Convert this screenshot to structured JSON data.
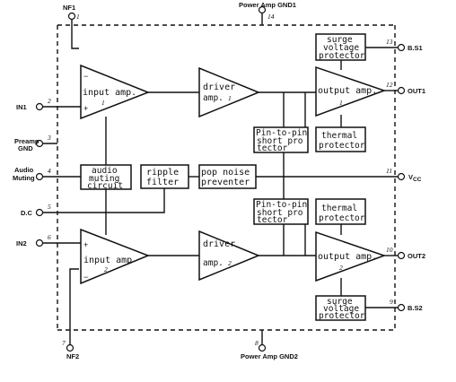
{
  "pins": {
    "nf1": {
      "name": "NF1",
      "num": "1"
    },
    "in1": {
      "name": "IN1",
      "num": "2"
    },
    "preamp_gnd": {
      "name_line1": "Preamp",
      "name_line2": "GND",
      "num": "3"
    },
    "audio_muting": {
      "name_line1": "Audio",
      "name_line2": "Muting",
      "num": "4"
    },
    "dc": {
      "name": "D.C",
      "num": "5"
    },
    "in2": {
      "name": "IN2",
      "num": "6"
    },
    "nf2": {
      "name": "NF2",
      "num": "7"
    },
    "power_amp_gnd2": {
      "name": "Power Amp GND2",
      "num": "8"
    },
    "bs2": {
      "name": "B.S2",
      "num": "9"
    },
    "out2": {
      "name": "OUT2",
      "num": "10"
    },
    "vcc": {
      "name": "V",
      "sub": "CC",
      "num": "11"
    },
    "out1": {
      "name": "OUT1",
      "num": "12"
    },
    "bs1": {
      "name": "B.S1",
      "num": "13"
    },
    "power_amp_gnd1": {
      "name": "Power Amp GND1",
      "num": "14"
    }
  },
  "blocks": {
    "input_amp_1": {
      "label": "input amp.",
      "num": "1",
      "plus": "+",
      "minus": "−"
    },
    "input_amp_2": {
      "label": "input amp",
      "num": "2",
      "plus": "+",
      "minus": "−"
    },
    "driver_amp_1": {
      "line1": "driver",
      "line2": "amp.",
      "num": "1"
    },
    "driver_amp_2": {
      "line1": "driver",
      "line2": "amp.",
      "num": "2"
    },
    "output_amp_1": {
      "label": "output amp.",
      "num": "1"
    },
    "output_amp_2": {
      "label": "output amp.",
      "num": "2"
    },
    "surge_1": {
      "line1": "surge",
      "line2": "voltage",
      "line3": "protector"
    },
    "surge_2": {
      "line1": "surge",
      "line2": "voltage",
      "line3": "protector"
    },
    "thermal_1": {
      "line1": "thermal",
      "line2": "protector"
    },
    "thermal_2": {
      "line1": "thermal",
      "line2": "protector"
    },
    "short_1": {
      "line1": "Pin-to-pin",
      "line2": "short pro",
      "line3": "tector"
    },
    "short_2": {
      "line1": "Pin-to-pin",
      "line2": "short pro",
      "line3": "tector"
    },
    "audio_muting": {
      "line1": "audio",
      "line2": "muting",
      "line3": "circuit"
    },
    "ripple_filter": {
      "line1": "ripple",
      "line2": "filter"
    },
    "pop_noise": {
      "line1": "pop noise",
      "line2": "preventer"
    }
  }
}
